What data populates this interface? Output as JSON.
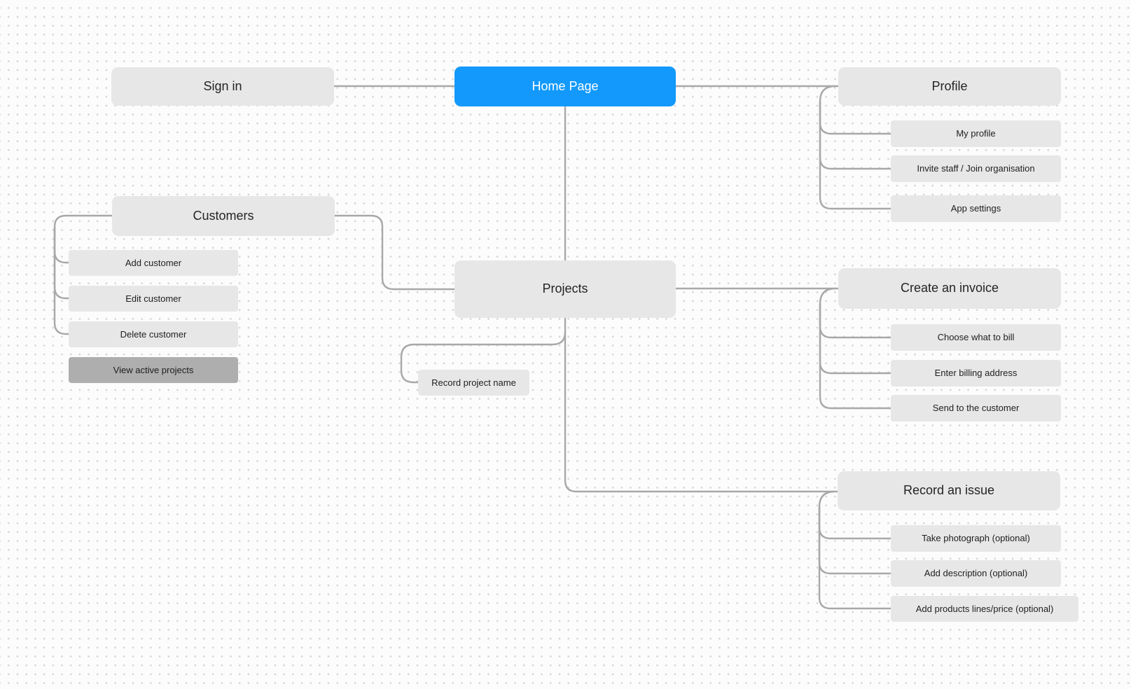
{
  "diagram": {
    "title_hint": "Home page sitemap flowchart",
    "colors": {
      "accent": "#1299FB",
      "node_fill": "#E7E7E7",
      "node_fill_emphasis": "#AEAEAE",
      "connector": "#A8A8A8",
      "text": "#1E1E1E",
      "text_on_accent": "#FFFFFF",
      "canvas_background": "#FCFCFC",
      "canvas_dot": "#D2D2D2"
    },
    "nodes": {
      "signin": {
        "label": "Sign in"
      },
      "home": {
        "label": "Home Page"
      },
      "profile": {
        "label": "Profile",
        "children": [
          {
            "label": "My profile"
          },
          {
            "label": "Invite staff / Join organisation"
          },
          {
            "label": "App settings"
          }
        ]
      },
      "customers": {
        "label": "Customers",
        "children": [
          {
            "label": "Add customer"
          },
          {
            "label": "Edit customer"
          },
          {
            "label": "Delete customer"
          },
          {
            "label": "View active projects"
          }
        ]
      },
      "projects": {
        "label": "Projects",
        "children": [
          {
            "label": "Record project name"
          }
        ]
      },
      "invoice": {
        "label": "Create an invoice",
        "children": [
          {
            "label": "Choose what to bill"
          },
          {
            "label": "Enter billing address"
          },
          {
            "label": "Send to the customer"
          }
        ]
      },
      "issue": {
        "label": "Record an issue",
        "children": [
          {
            "label": "Take photograph (optional)"
          },
          {
            "label": "Add description (optional)"
          },
          {
            "label": "Add products lines/price (optional)"
          }
        ]
      }
    }
  }
}
